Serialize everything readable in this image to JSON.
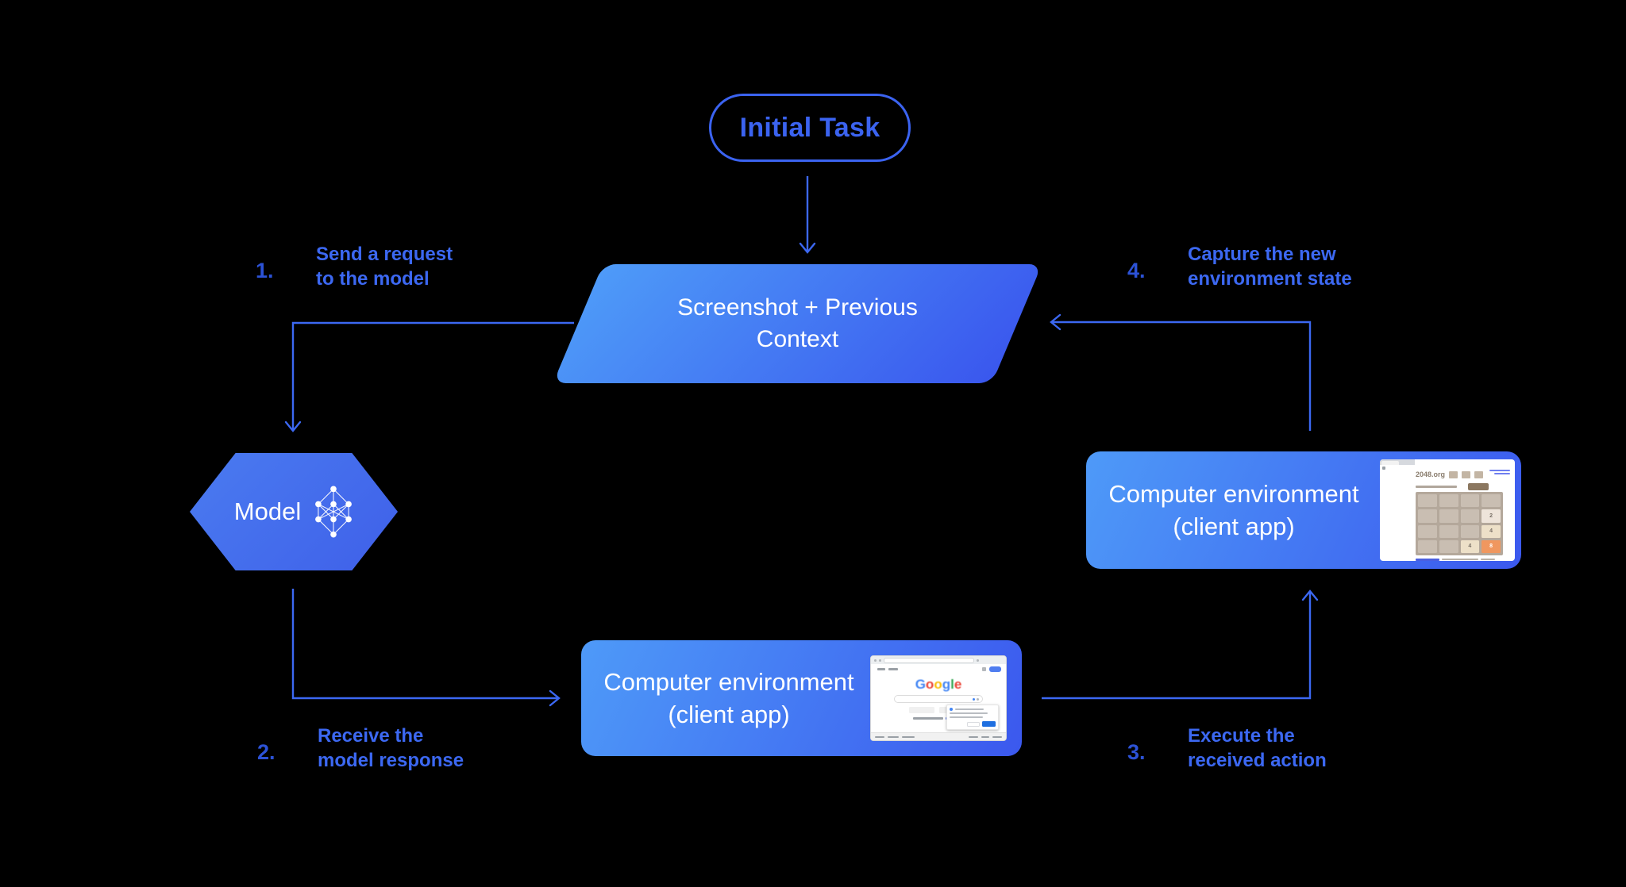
{
  "colors": {
    "background": "#000000",
    "accent_blue": "#3C68F2",
    "step_number_blue": "#2C52D6",
    "shape_gradient_start": "#4E9AF8",
    "shape_gradient_end": "#3B58EE",
    "node_text_white": "#FFFFFF",
    "google_blue": "#4285F4",
    "google_red": "#EA4335",
    "google_yellow": "#FBBC05",
    "google_green": "#34A853"
  },
  "nodes": {
    "initial_task": {
      "label": "Initial Task"
    },
    "context": {
      "line1": "Screenshot + Previous",
      "line2": "Context"
    },
    "model": {
      "label": "Model"
    },
    "env_client_bottom": {
      "line1": "Computer environment",
      "line2": "(client app)"
    },
    "env_client_right": {
      "line1": "Computer environment",
      "line2": "(client app)"
    }
  },
  "steps": [
    {
      "number": "1.",
      "line1": "Send a request",
      "line2": "to the model"
    },
    {
      "number": "2.",
      "line1": "Receive the",
      "line2": "model response"
    },
    {
      "number": "3.",
      "line1": "Execute the",
      "line2": "received action"
    },
    {
      "number": "4.",
      "line1": "Capture the new",
      "line2": "environment state"
    }
  ],
  "thumbnails": {
    "game_2048": {
      "site_title": "2048.org",
      "tiles": [
        {
          "row": 2,
          "col": 4,
          "value": "2"
        },
        {
          "row": 3,
          "col": 4,
          "value": "4"
        },
        {
          "row": 4,
          "col": 3,
          "value": "4"
        },
        {
          "row": 4,
          "col": 4,
          "value": "8"
        }
      ]
    },
    "google": {
      "logo_letters": [
        "G",
        "o",
        "o",
        "g",
        "l",
        "e"
      ]
    }
  }
}
